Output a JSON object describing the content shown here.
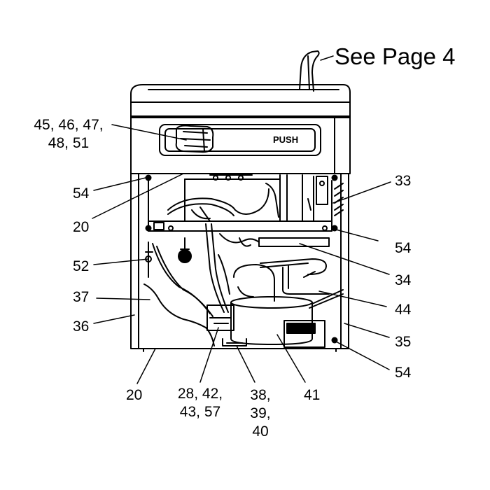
{
  "reference": {
    "see_page": "See Page 4"
  },
  "panel": {
    "push_label": "PUSH"
  },
  "callouts": {
    "c45": "45, 46, 47,",
    "c45b": "48, 51",
    "c54a": "54",
    "c20a": "20",
    "c52": "52",
    "c37": "37",
    "c36": "36",
    "c20b": "20",
    "c28": "28, 42,",
    "c28b": "43, 57",
    "c38": "38,",
    "c38b": "39,",
    "c38c": "40",
    "c41": "41",
    "c33": "33",
    "c54b": "54",
    "c34": "34",
    "c44": "44",
    "c35": "35",
    "c54c": "54"
  }
}
